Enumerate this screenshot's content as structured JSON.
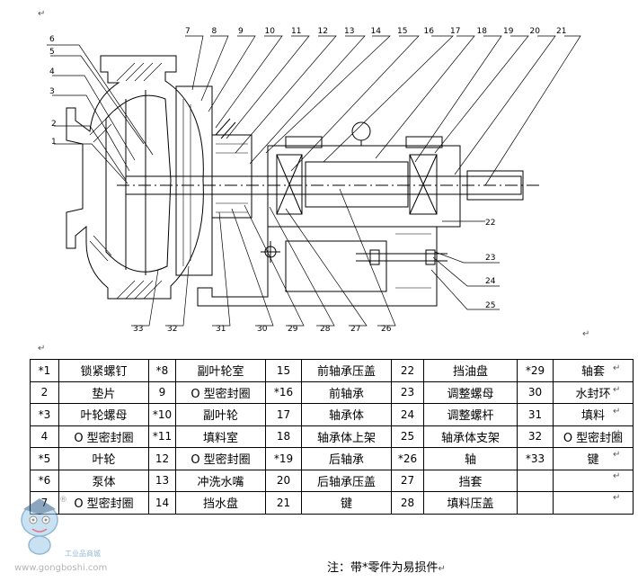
{
  "callouts_top": [
    "6",
    "5",
    "4",
    "3",
    "2",
    "1",
    "7",
    "8",
    "9",
    "10",
    "11",
    "12",
    "13",
    "14",
    "15",
    "16",
    "17",
    "18",
    "19",
    "20",
    "21"
  ],
  "callouts_right": [
    "22",
    "23",
    "24",
    "25"
  ],
  "callouts_bottom": [
    "33",
    "32",
    "31",
    "30",
    "29",
    "28",
    "27",
    "26"
  ],
  "enter_mark": "↵",
  "table": {
    "rows": [
      [
        [
          "*1",
          "锁紧螺钉"
        ],
        [
          "*8",
          "副叶轮室"
        ],
        [
          "15",
          "前轴承压盖"
        ],
        [
          "22",
          "挡油盘"
        ],
        [
          "*29",
          "轴套"
        ]
      ],
      [
        [
          "2",
          "垫片"
        ],
        [
          "9",
          "O 型密封圈"
        ],
        [
          "*16",
          "前轴承"
        ],
        [
          "23",
          "调整螺母"
        ],
        [
          "30",
          "水封环"
        ]
      ],
      [
        [
          "*3",
          "叶轮螺母"
        ],
        [
          "*10",
          "副叶轮"
        ],
        [
          "17",
          "轴承体"
        ],
        [
          "24",
          "调整螺杆"
        ],
        [
          "31",
          "填料"
        ]
      ],
      [
        [
          "4",
          "O 型密封圈"
        ],
        [
          "*11",
          "填料室"
        ],
        [
          "18",
          "轴承体上架"
        ],
        [
          "25",
          "轴承体支架"
        ],
        [
          "32",
          "O 型密封圈"
        ]
      ],
      [
        [
          "*5",
          "叶轮"
        ],
        [
          "12",
          "O 型密封圈"
        ],
        [
          "*19",
          "后轴承"
        ],
        [
          "*26",
          "轴"
        ],
        [
          "*33",
          "键"
        ]
      ],
      [
        [
          "*6",
          "泵体"
        ],
        [
          "13",
          "冲洗水嘴"
        ],
        [
          "20",
          "后轴承压盖"
        ],
        [
          "27",
          "挡套"
        ],
        [
          "",
          ""
        ]
      ],
      [
        [
          "7",
          "O 型密封圈"
        ],
        [
          "14",
          "挡水盘"
        ],
        [
          "21",
          "键"
        ],
        [
          "28",
          "填料压盖"
        ],
        [
          "",
          ""
        ]
      ]
    ]
  },
  "note": "注：带*零件为易损件",
  "watermark": {
    "site_cn": "工业品商城",
    "url": "www.gongboshi.com",
    "reg": "®"
  }
}
